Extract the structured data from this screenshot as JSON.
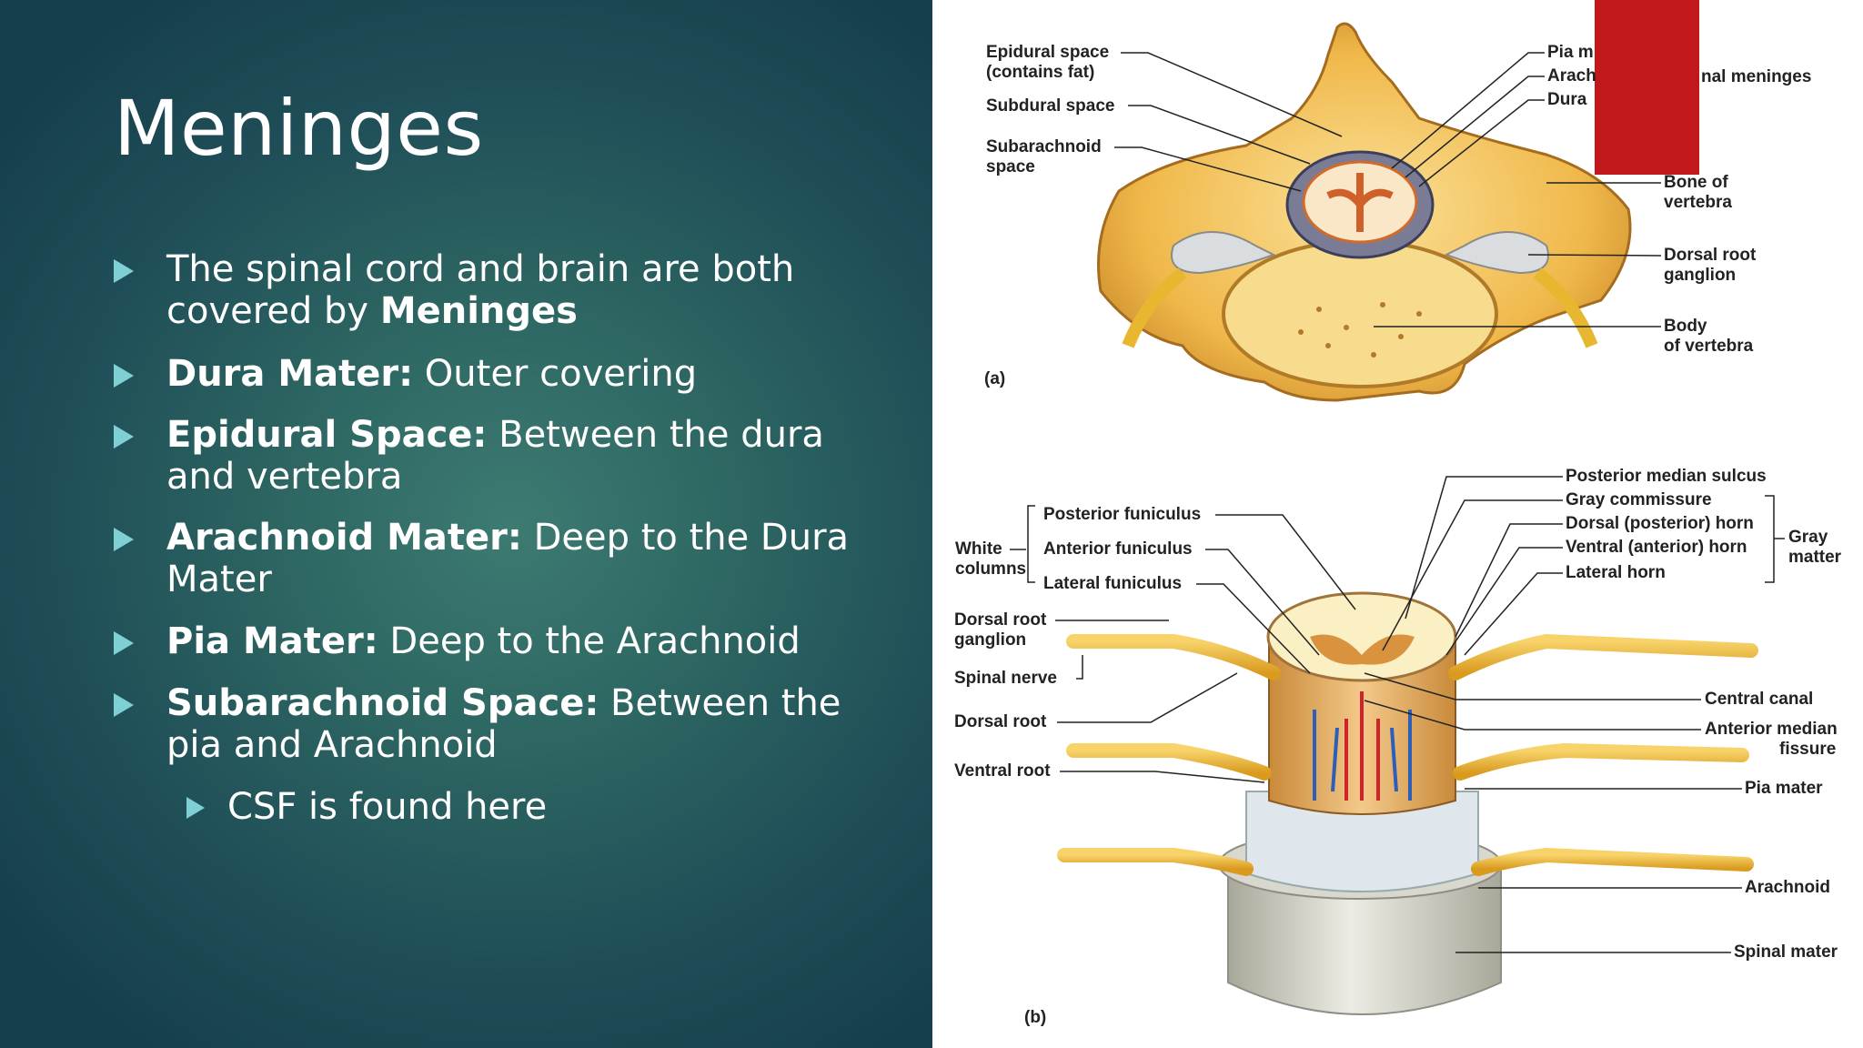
{
  "slide": {
    "title": "Meninges",
    "bullets": [
      {
        "pre": "The spinal cord and brain are both covered by ",
        "bold": "Meninges",
        "post": ""
      },
      {
        "bold": "Dura Mater:",
        "post": " Outer covering"
      },
      {
        "bold": "Epidural Space:",
        "post": " Between the dura and vertebra"
      },
      {
        "bold": "Arachnoid Mater:",
        "post": " Deep to the Dura Mater"
      },
      {
        "bold": "Pia Mater:",
        "post": " Deep to the Arachnoid"
      },
      {
        "bold": "Subarachnoid Space:",
        "post": " Between the pia and Arachnoid"
      }
    ],
    "sub_bullet": "CSF is found here"
  },
  "figure_a": {
    "panel_label": "(a)",
    "labels": {
      "epidural": "Epidural space",
      "epidural2": "(contains fat)",
      "subdural": "Subdural space",
      "subarachnoid": "Subarachnoid",
      "subarachnoid2": "space",
      "pia": "Pia m",
      "arach": "Arach",
      "dura": "Dura",
      "meninges": "nal meninges",
      "bone": "Bone of",
      "bone2": "vertebra",
      "drg": "Dorsal root",
      "drg2": "ganglion",
      "body": "Body",
      "body2": "of vertebra"
    }
  },
  "figure_b": {
    "panel_label": "(b)",
    "labels": {
      "post_fun": "Posterior funiculus",
      "ant_fun": "Anterior funiculus",
      "lat_fun": "Lateral funiculus",
      "white": "White",
      "columns": "columns",
      "drg": "Dorsal root",
      "drg2": "ganglion",
      "spinal_nerve": "Spinal nerve",
      "dorsal_root": "Dorsal root",
      "ventral_root": "Ventral root",
      "pms": "Posterior median sulcus",
      "gray_comm": "Gray commissure",
      "dorsal_horn": "Dorsal (posterior) horn",
      "ventral_horn": "Ventral (anterior) horn",
      "lat_horn": "Lateral horn",
      "gray": "Gray",
      "matter": "matter",
      "central_canal": "Central canal",
      "amf": "Anterior median",
      "amf2": "fissure",
      "pia": "Pia mater",
      "arachnoid": "Arachnoid",
      "spinal_mater": "Spinal mater"
    }
  },
  "colors": {
    "accent": "#7fd0d4",
    "red_tab": "#c0181b"
  }
}
